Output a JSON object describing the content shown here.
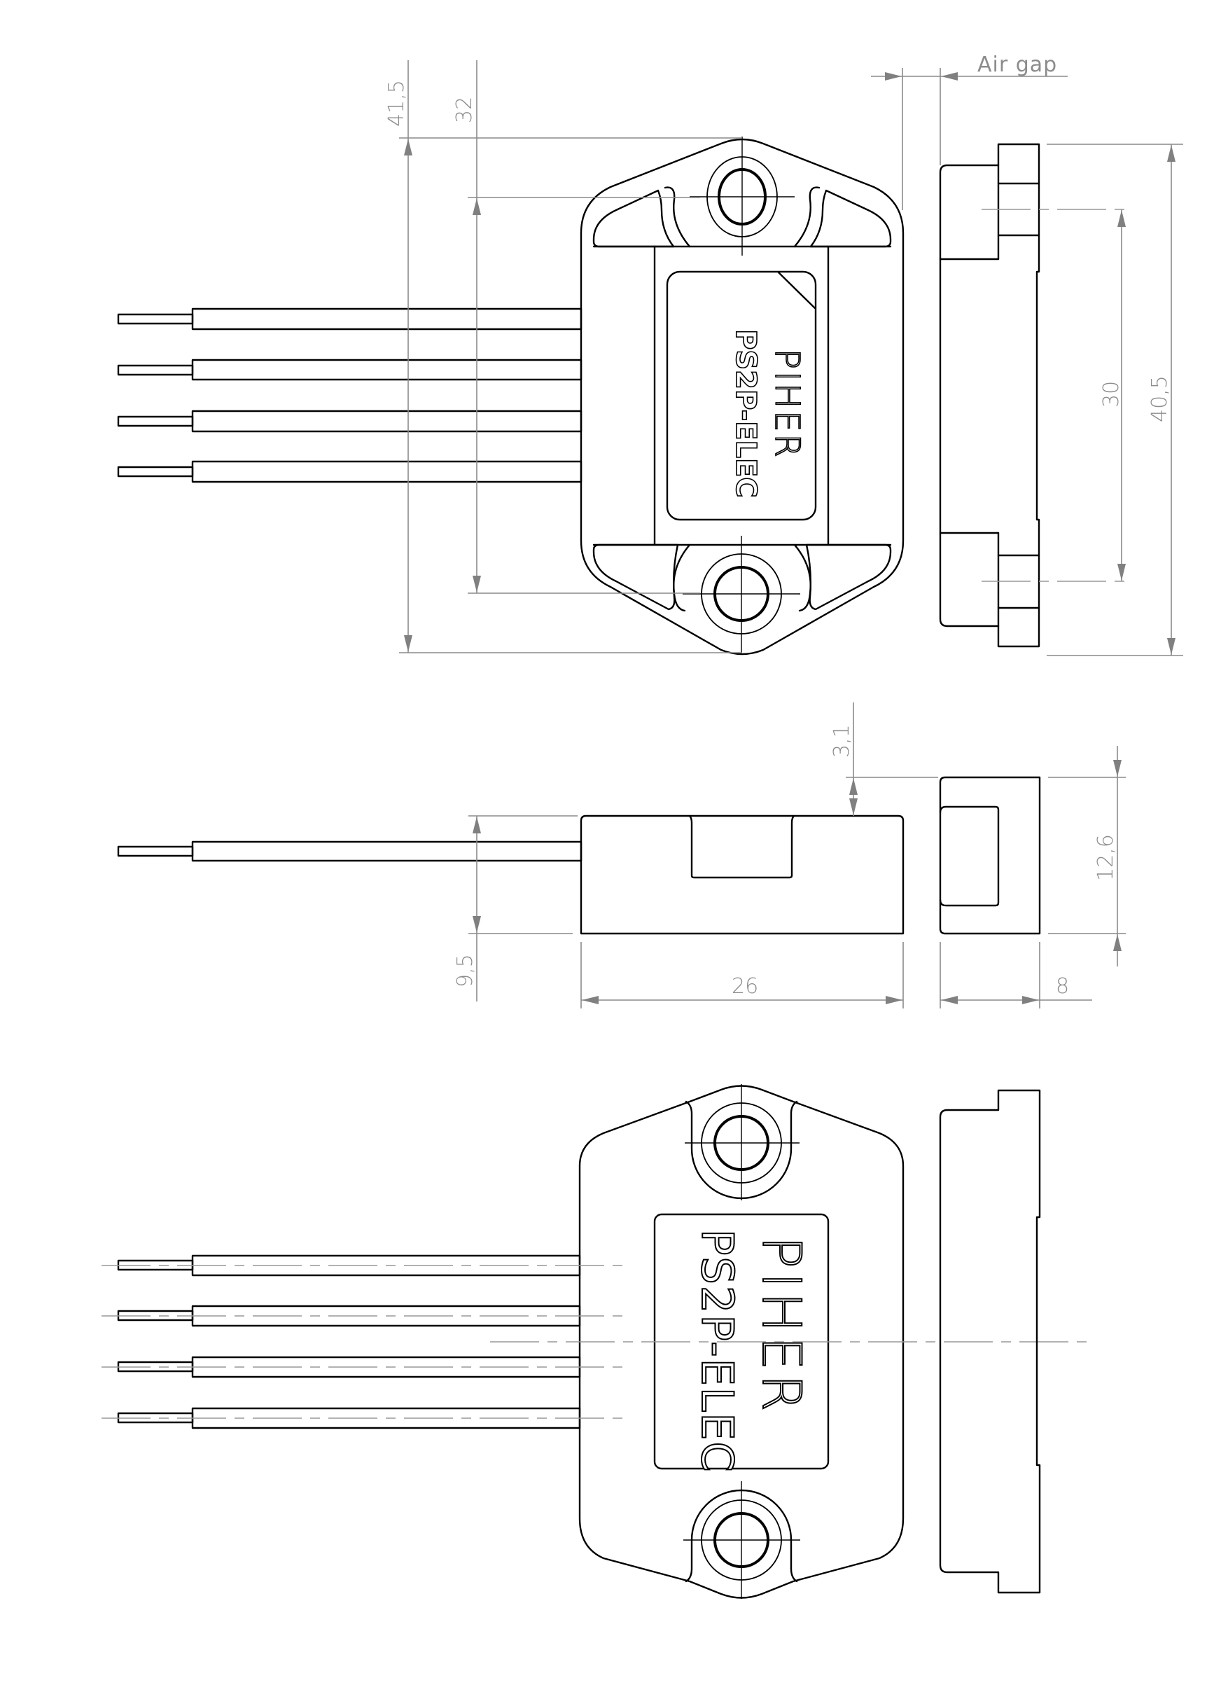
{
  "drawing": {
    "type": "technical-drawing",
    "subject": "Magnetic position sensor with 4 wire leads",
    "line_color": "#000000",
    "dimension_color": "#8c8c8c",
    "background": "#ffffff"
  },
  "labels": {
    "brand": "PIHER",
    "model": "PS2P-ELEC",
    "air_gap": "Air gap"
  },
  "dimensions": {
    "overall_height_with_lugs": "41,5",
    "hole_spacing_front": "32",
    "hole_spacing_side": "30",
    "overall_height_side": "40,5",
    "magnet_offset": "3,1",
    "magnet_height": "12,6",
    "body_height": "9,5",
    "body_width": "26",
    "magnet_width": "8"
  },
  "views": [
    {
      "name": "front-view-top",
      "wires": 4
    },
    {
      "name": "side-view-top"
    },
    {
      "name": "section-view-middle",
      "wires": 1
    },
    {
      "name": "end-view-middle"
    },
    {
      "name": "back-view-bottom",
      "wires": 4
    },
    {
      "name": "side-view-bottom"
    }
  ]
}
